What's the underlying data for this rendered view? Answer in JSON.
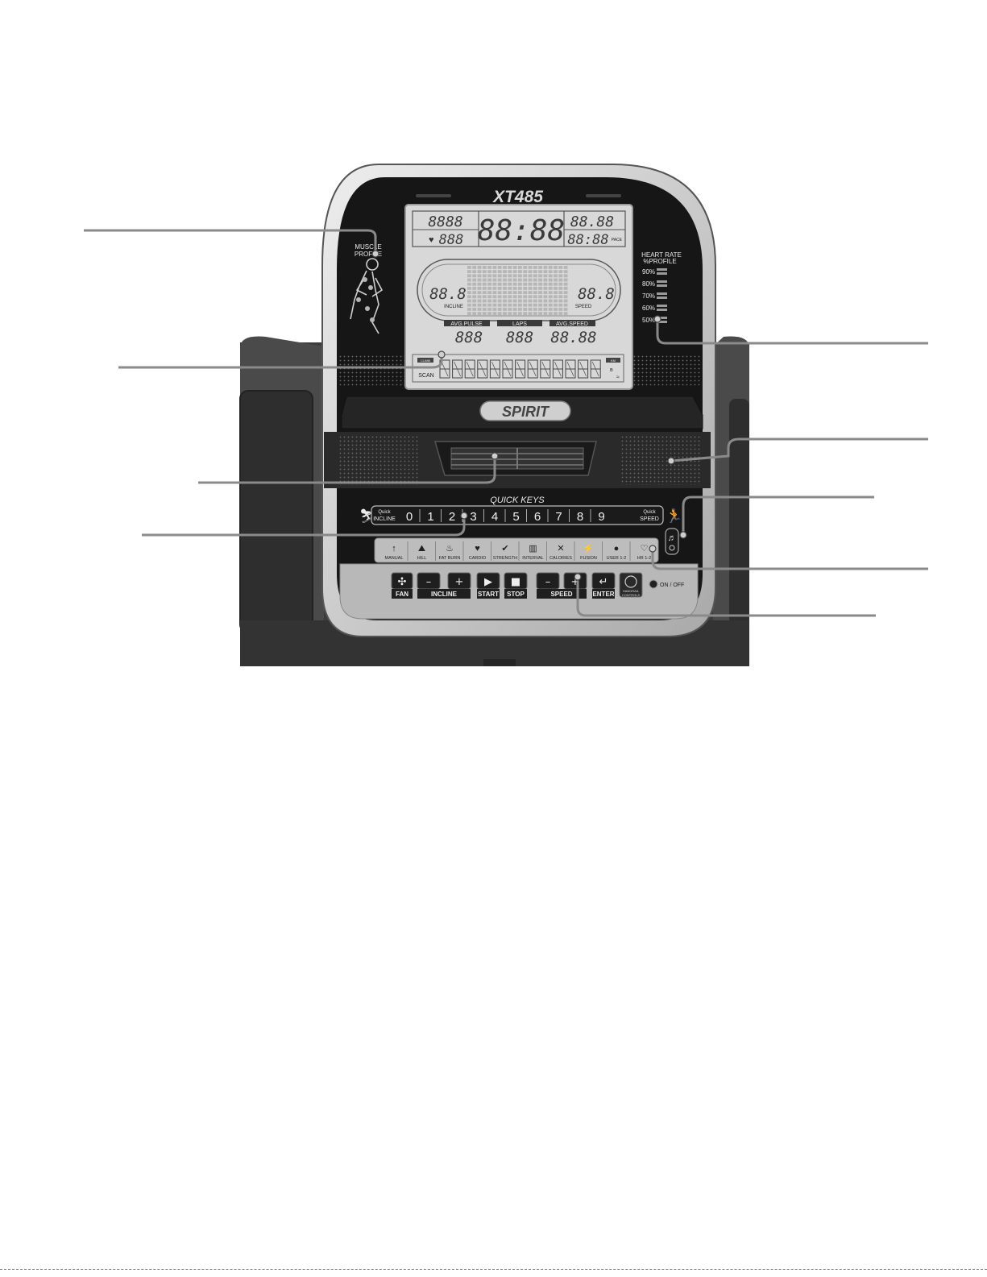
{
  "console": {
    "model": "XT485",
    "brand": "SPIRIT",
    "muscle_profile": "MUSCLE PROFILE",
    "hr_profile": {
      "title_line1": "HEART RATE",
      "title_line2": "%PROFILE",
      "levels": [
        "90%",
        "80%",
        "70%",
        "60%",
        "50%"
      ]
    },
    "lcd": {
      "top_left": "8888",
      "heart_value": "888",
      "center_time": "88:88",
      "top_right": "88.88",
      "pace_value": "88:88",
      "pace_label": "PACE",
      "incline_value": "88.8",
      "incline_label": "INCLINE",
      "speed_value": "88.8",
      "speed_label": "SPEED",
      "avg_pulse_label": "AVG.PULSE",
      "avg_pulse_value": "888",
      "laps_label": "LAPS",
      "laps_value": "888",
      "avg_speed_label": "AVG.SPEED",
      "avg_speed_value": "88.88",
      "scan_label": "SCAN",
      "lcd_small_tag": "CLIMB",
      "lcd_unit_tag": "KM"
    },
    "quick_keys": {
      "title": "QUICK KEYS",
      "left_label_top": "Quick",
      "left_label_bottom": "INCLINE",
      "right_label_top": "Quick",
      "right_label_bottom": "SPEED",
      "digits": [
        "0",
        "1",
        "2",
        "3",
        "4",
        "5",
        "6",
        "7",
        "8",
        "9"
      ]
    },
    "programs": [
      "MANUAL",
      "HILL",
      "FAT BURN",
      "CARDIO",
      "STRENGTH",
      "INTERVAL",
      "CALORIES",
      "FUSION",
      "USER 1-2",
      "HR 1-2"
    ],
    "buttons": {
      "fan": "FAN",
      "incline": "INCLINE",
      "start": "START",
      "stop": "STOP",
      "speed": "SPEED",
      "enter": "ENTER",
      "handrail_line1": "HANDRAIL",
      "handrail_line2": "CONTROLS",
      "on_off": "ON / OFF",
      "minus": "–",
      "plus": "+"
    }
  }
}
